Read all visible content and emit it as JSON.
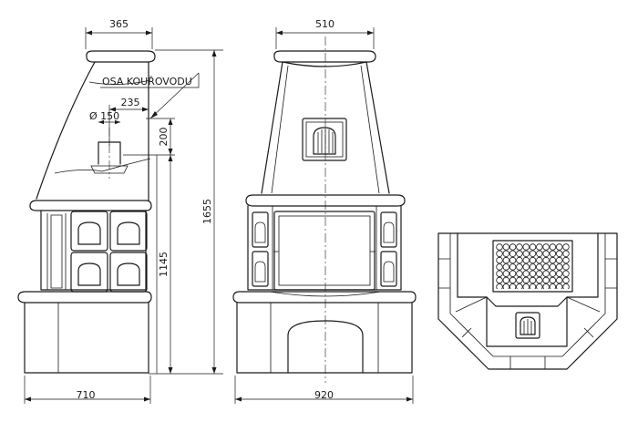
{
  "dimensions": {
    "side_top_width": "365",
    "side_flue_offset": "235",
    "side_flue_diameter": "Ø 150",
    "side_flue_height": "200",
    "side_body_height": "1145",
    "side_total_height": "1655",
    "side_base_width": "710",
    "front_top_width": "510",
    "front_base_width": "920"
  },
  "labels": {
    "flue_axis": "OSA KOUŘOVODU"
  }
}
